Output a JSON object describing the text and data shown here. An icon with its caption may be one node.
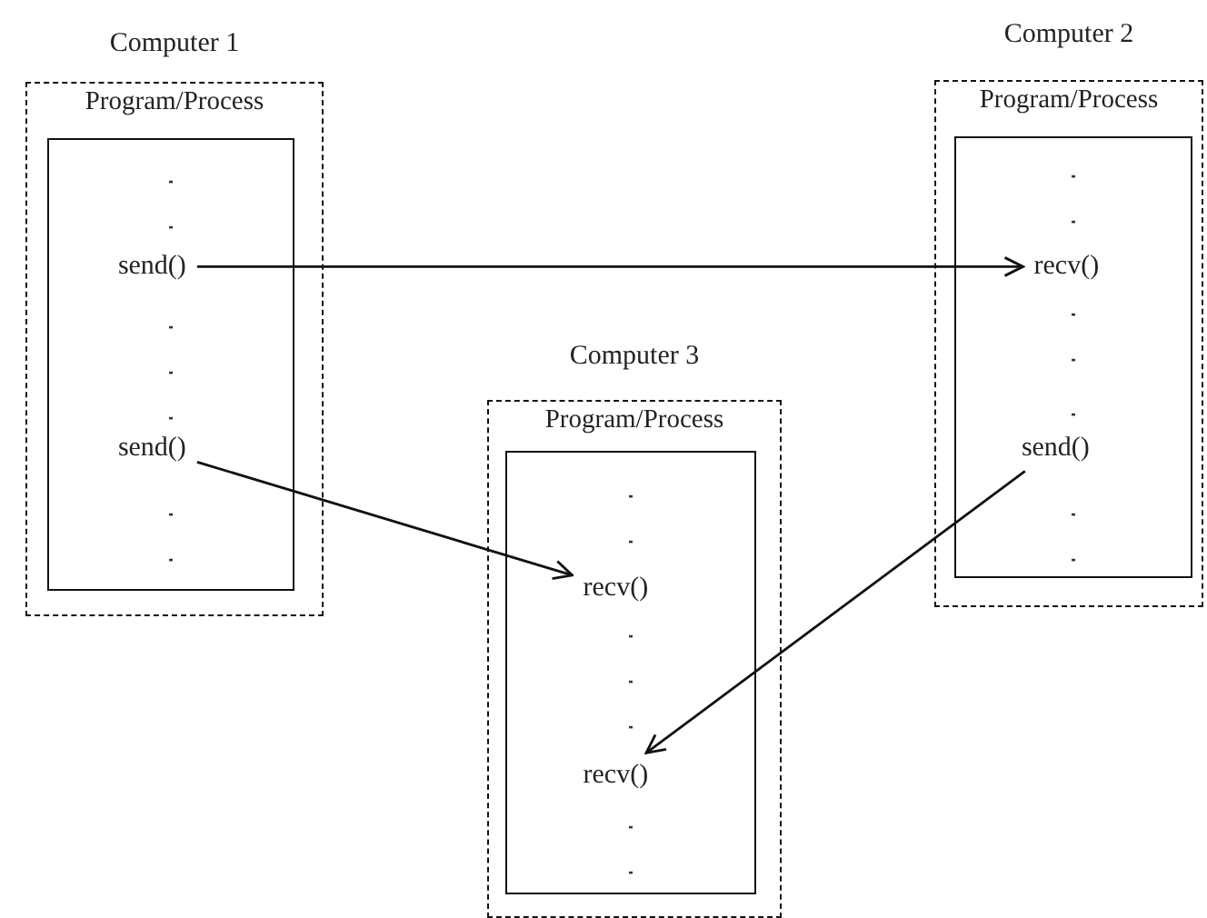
{
  "diagram": {
    "nodes": [
      {
        "text": [
          "Computer 1",
          "Program/Process"
        ]
      },
      {
        "text": [],
        "shape": "box",
        "in": 0
      },
      {
        "text": [
          "send()"
        ],
        "in": 1
      },
      {
        "text": [
          "send()"
        ],
        "in": 1
      },
      {
        "text": [
          "Computer 2",
          "Program/Process"
        ]
      },
      {
        "text": [],
        "shape": "box",
        "in": 4
      },
      {
        "text": [
          "recv()"
        ],
        "in": 5
      },
      {
        "text": [
          "send()"
        ],
        "in": 5
      },
      {
        "text": [
          "Computer 3",
          "Program/Process"
        ]
      },
      {
        "text": [],
        "shape": "box",
        "in": 8
      },
      {
        "text": [
          "recv()"
        ],
        "in": 9
      },
      {
        "text": [
          "recv()"
        ],
        "in": 9
      }
    ],
    "edges": [
      {
        "from": 2,
        "to": 6,
        "arrow": "to"
      },
      {
        "from": 3,
        "to": 10,
        "arrow": "to"
      },
      {
        "from": 7,
        "to": 11,
        "arrow": "to"
      }
    ]
  }
}
